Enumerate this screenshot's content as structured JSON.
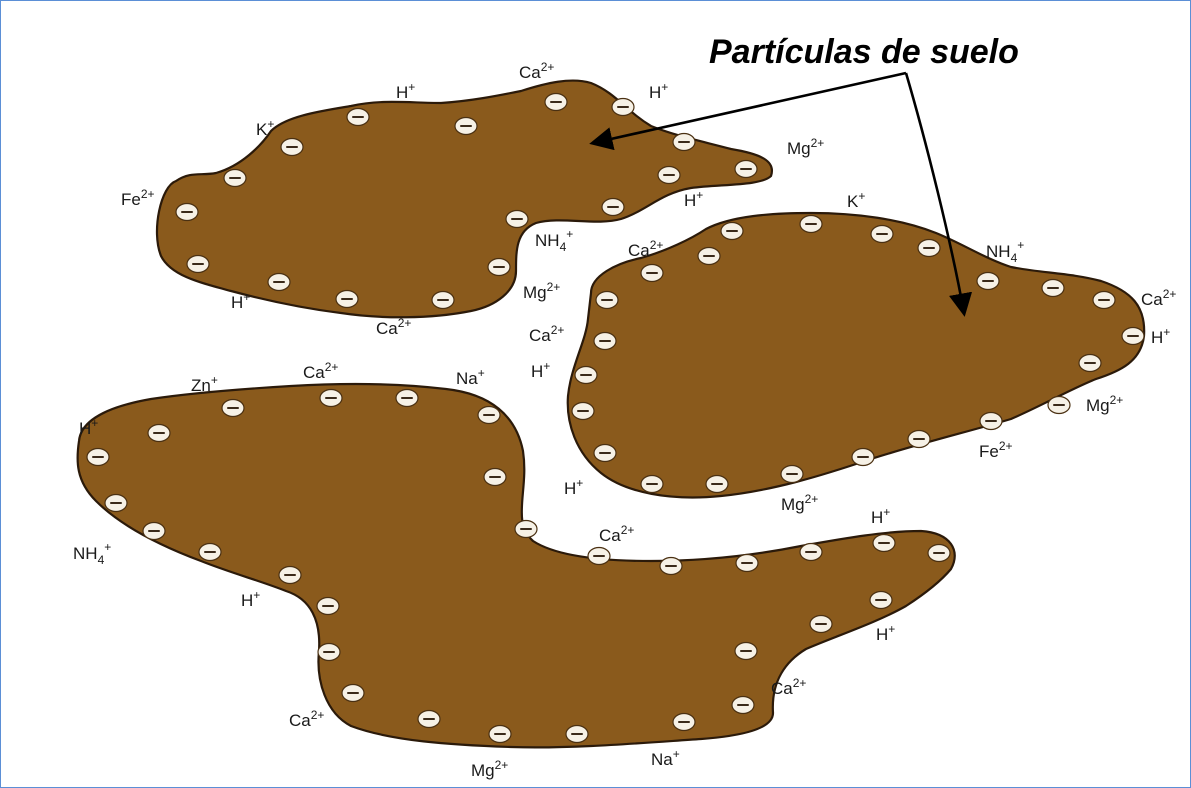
{
  "title": "Partículas de suelo",
  "colors": {
    "particle_fill": "#8a5a1c",
    "particle_outline": "#2b1a0a",
    "charge_fill": "#f6f1e6",
    "text": "#1a1a1a",
    "frame_border": "#5b8fd6"
  },
  "charge_symbol": "negative-charge",
  "ions": {
    "top_left": [
      {
        "base": "Ca",
        "sup": "2+"
      },
      {
        "base": "H",
        "sup": "+"
      },
      {
        "base": "H",
        "sup": "+"
      },
      {
        "base": "K",
        "sup": "+"
      },
      {
        "base": "Mg",
        "sup": "2+"
      },
      {
        "base": "Fe",
        "sup": "2+"
      },
      {
        "base": "H",
        "sup": "+"
      },
      {
        "base": "NH",
        "sub": "4",
        "sup": "+"
      },
      {
        "base": "H",
        "sup": "+"
      },
      {
        "base": "Ca",
        "sup": "2+"
      }
    ],
    "right": [
      {
        "base": "K",
        "sup": "+"
      },
      {
        "base": "Ca",
        "sup": "2+"
      },
      {
        "base": "NH",
        "sub": "4",
        "sup": "+"
      },
      {
        "base": "Mg",
        "sup": "2+"
      },
      {
        "base": "Ca",
        "sup": "2+"
      },
      {
        "base": "Ca",
        "sup": "2+"
      },
      {
        "base": "H",
        "sup": "+"
      },
      {
        "base": "H",
        "sup": "+"
      },
      {
        "base": "Mg",
        "sup": "2+"
      },
      {
        "base": "Fe",
        "sup": "2+"
      },
      {
        "base": "H",
        "sup": "+"
      },
      {
        "base": "Mg",
        "sup": "2+"
      }
    ],
    "bottom": [
      {
        "base": "Zn",
        "sup": "+"
      },
      {
        "base": "Ca",
        "sup": "2+"
      },
      {
        "base": "Na",
        "sup": "+"
      },
      {
        "base": "H",
        "sup": "+"
      },
      {
        "base": "NH",
        "sub": "4",
        "sup": "+"
      },
      {
        "base": "H",
        "sup": "+"
      },
      {
        "base": "Ca",
        "sup": "2+"
      },
      {
        "base": "H",
        "sup": "+"
      },
      {
        "base": "H",
        "sup": "+"
      },
      {
        "base": "Ca",
        "sup": "2+"
      },
      {
        "base": "Ca",
        "sup": "2+"
      },
      {
        "base": "Mg",
        "sup": "2+"
      },
      {
        "base": "Na",
        "sup": "+"
      }
    ]
  }
}
